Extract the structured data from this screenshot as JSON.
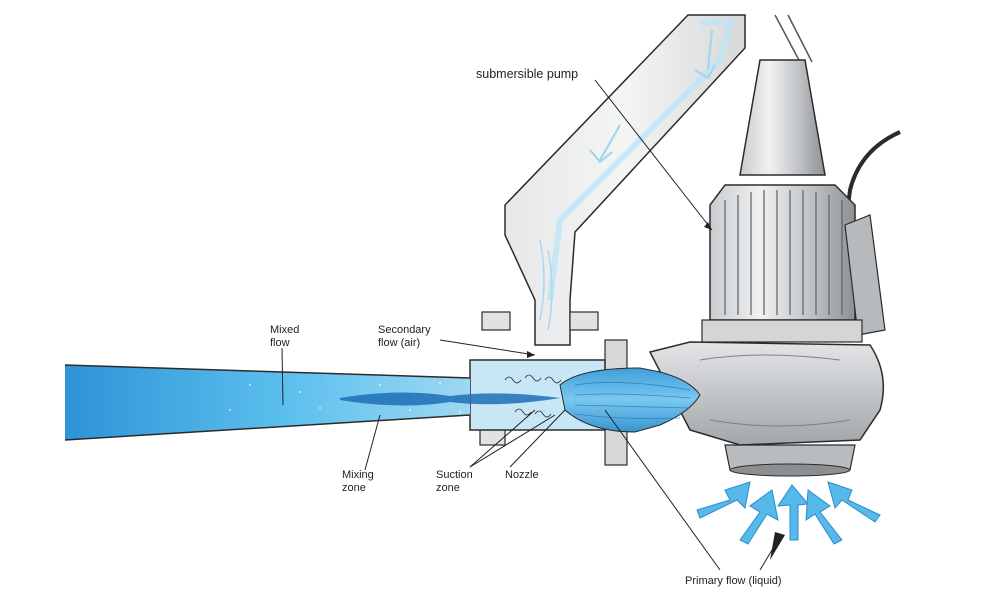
{
  "labels": {
    "submersible_pump": "submersible pump",
    "mixed_flow": [
      "Mixed",
      "flow"
    ],
    "secondary_flow": [
      "Secondary",
      "flow (air)"
    ],
    "mixing_zone": [
      "Mixing",
      "zone"
    ],
    "suction_zone": [
      "Suction",
      "zone"
    ],
    "nozzle": "Nozzle",
    "primary_flow": "Primary flow (liquid)"
  },
  "colors": {
    "water_light": "#9ed8f2",
    "water": "#4bb3e8",
    "water_deep": "#1d7fc4",
    "metal": "#d9dbdd",
    "metal_dark": "#8b8e91",
    "outline": "#2b2b2b"
  }
}
